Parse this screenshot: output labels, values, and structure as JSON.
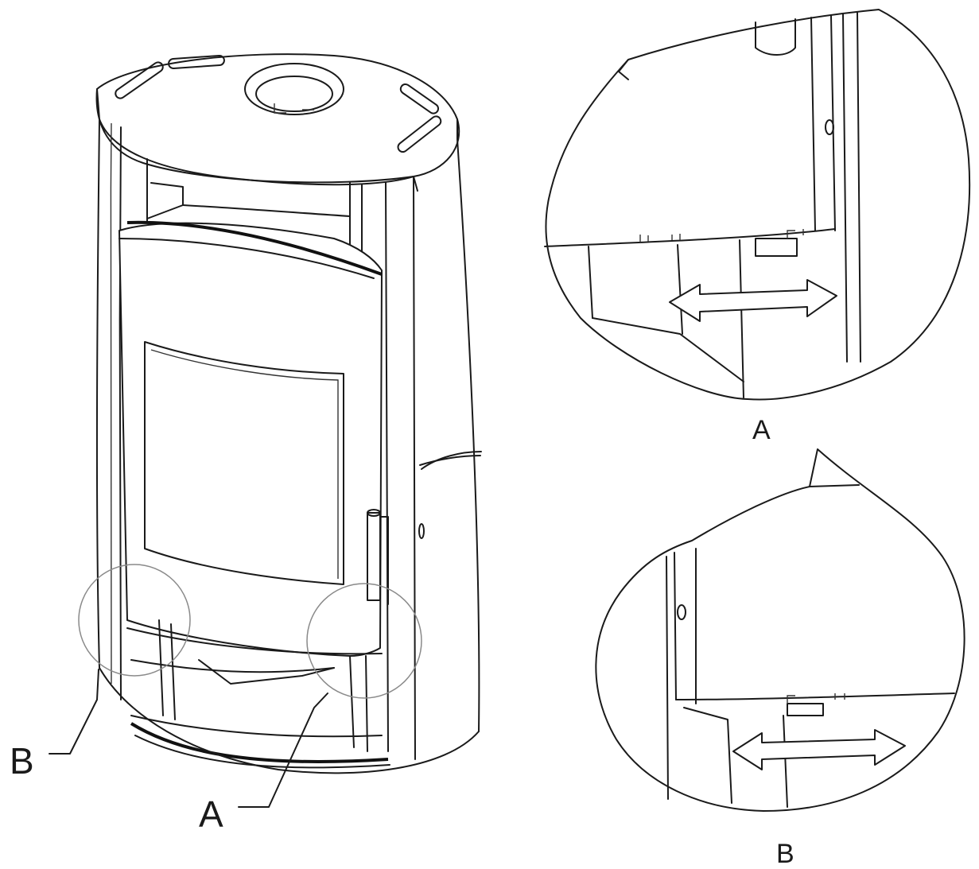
{
  "labels": {
    "callout_b": "B",
    "callout_a": "A",
    "detail_a_caption": "A",
    "detail_b_caption": "B"
  },
  "colors": {
    "line": "#1a1a1a",
    "background": "#ffffff",
    "circle": "#8a8a8a"
  },
  "icons": {
    "detail_a_arrow": "double-arrow-icon",
    "detail_b_arrow": "double-arrow-icon"
  }
}
